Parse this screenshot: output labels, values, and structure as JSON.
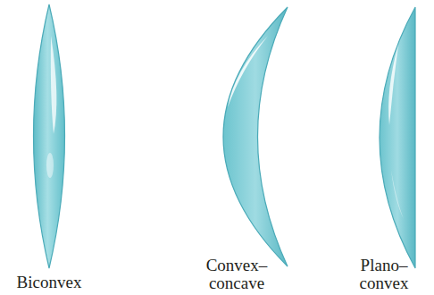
{
  "diagram": {
    "labels": [
      "Biconvex",
      "Convex– concave",
      "Plano– convex"
    ]
  }
}
